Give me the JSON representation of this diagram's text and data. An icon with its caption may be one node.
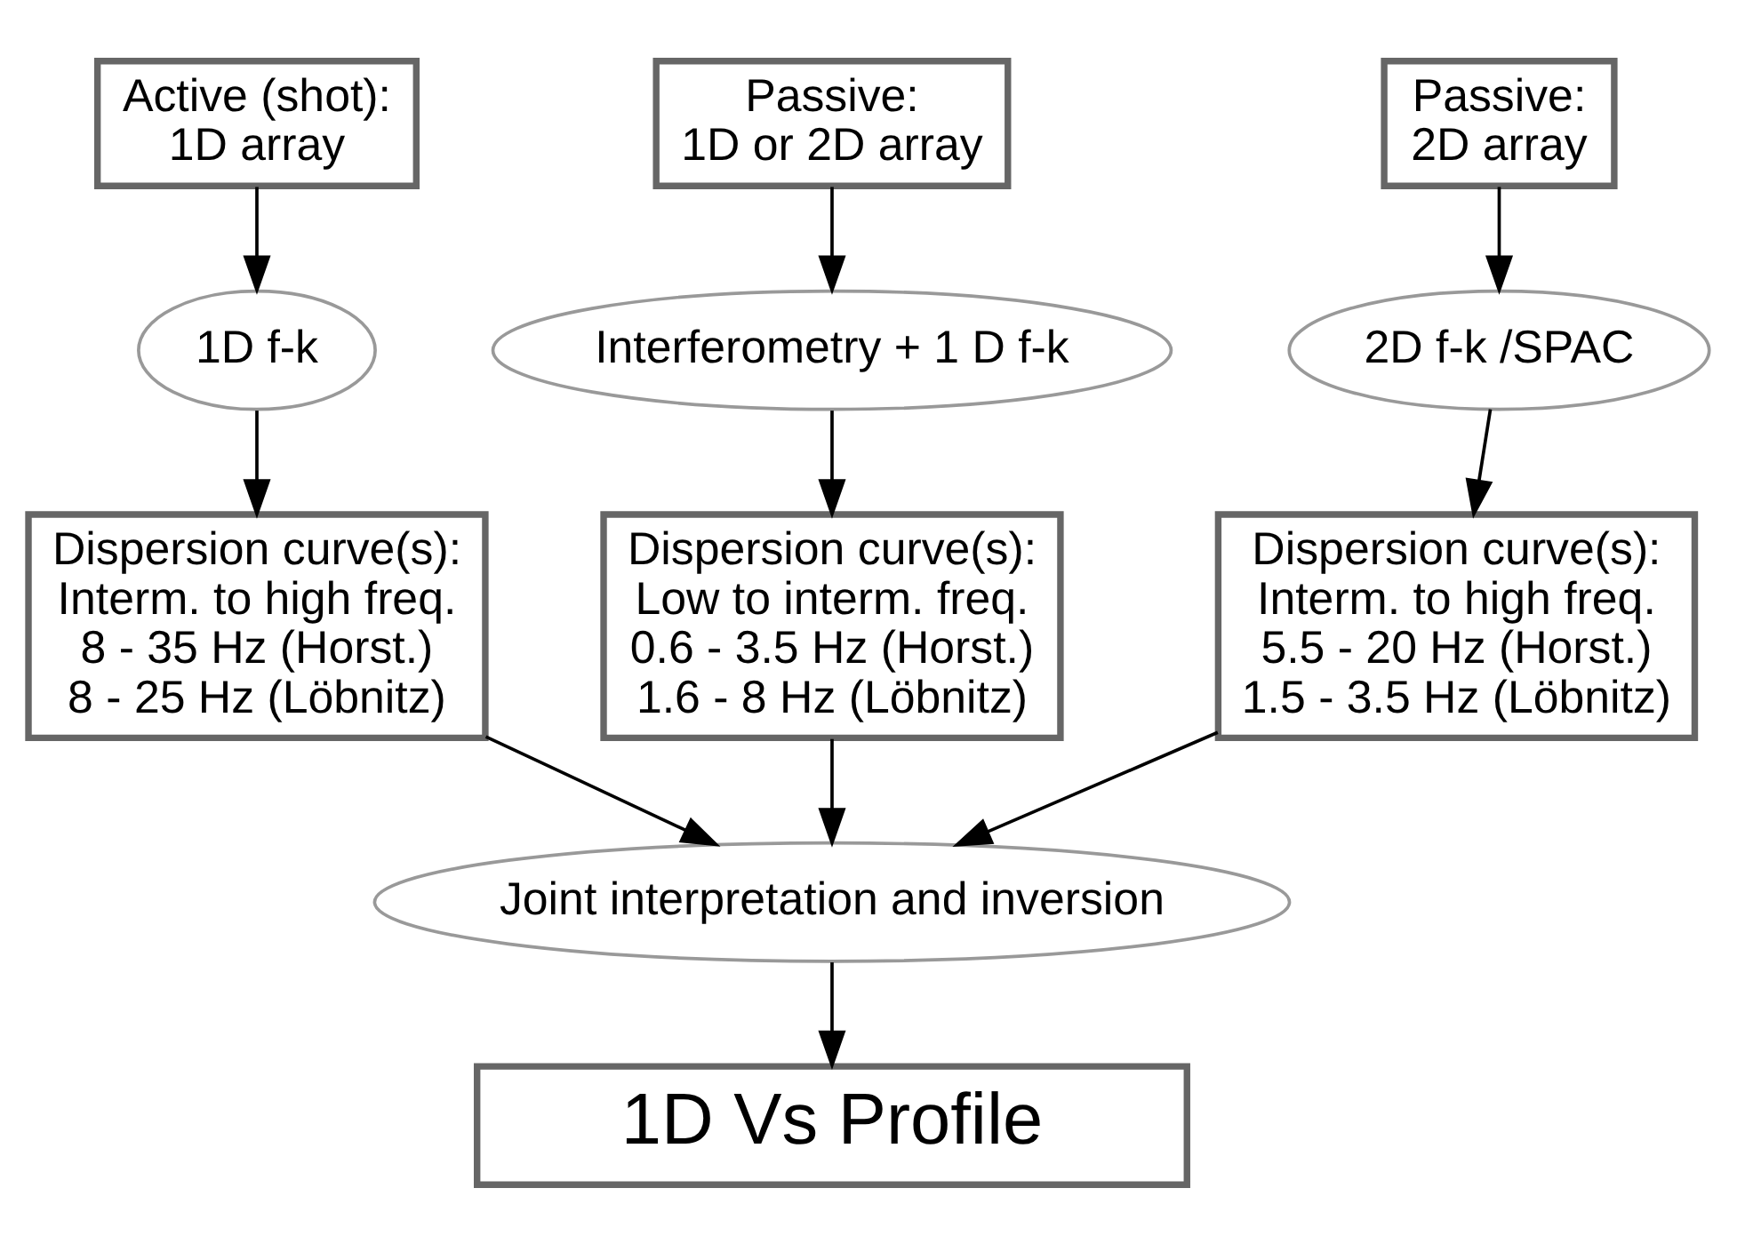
{
  "diagram": {
    "nodes": [
      {
        "text": [
          "Active (shot):",
          "1D array"
        ]
      },
      {
        "text": [
          "Passive:",
          "1D or 2D array"
        ]
      },
      {
        "text": [
          "Passive:",
          "2D array"
        ]
      },
      {
        "text": [
          "1D f-k"
        ]
      },
      {
        "text": [
          "Interferometry + 1 D f-k"
        ]
      },
      {
        "text": [
          "2D f-k /SPAC"
        ]
      },
      {
        "text": [
          "Dispersion curve(s):",
          "Interm. to high freq.",
          "8 - 35 Hz (Horst.)",
          "8 - 25 Hz (Löbnitz)"
        ]
      },
      {
        "text": [
          "Dispersion curve(s):",
          "Low to interm. freq.",
          "0.6 - 3.5 Hz (Horst.)",
          "1.6 - 8 Hz (Löbnitz)"
        ]
      },
      {
        "text": [
          "Dispersion curve(s):",
          "Interm. to high freq.",
          "5.5 - 20 Hz (Horst.)",
          "1.5 - 3.5 Hz (Löbnitz)"
        ]
      },
      {
        "text": [
          "Joint interpretation and inversion"
        ]
      },
      {
        "text": [
          "1D Vs Profile"
        ]
      }
    ],
    "edges": [
      {
        "from": 0,
        "to": 3,
        "arrow": "to"
      },
      {
        "from": 1,
        "to": 4,
        "arrow": "to"
      },
      {
        "from": 2,
        "to": 5,
        "arrow": "to"
      },
      {
        "from": 3,
        "to": 6,
        "arrow": "to"
      },
      {
        "from": 4,
        "to": 7,
        "arrow": "to"
      },
      {
        "from": 5,
        "to": 8,
        "arrow": "to"
      },
      {
        "from": 6,
        "to": 9,
        "arrow": "to"
      },
      {
        "from": 7,
        "to": 9,
        "arrow": "to"
      },
      {
        "from": 8,
        "to": 9,
        "arrow": "to"
      },
      {
        "from": 9,
        "to": 10,
        "arrow": "to"
      }
    ]
  }
}
